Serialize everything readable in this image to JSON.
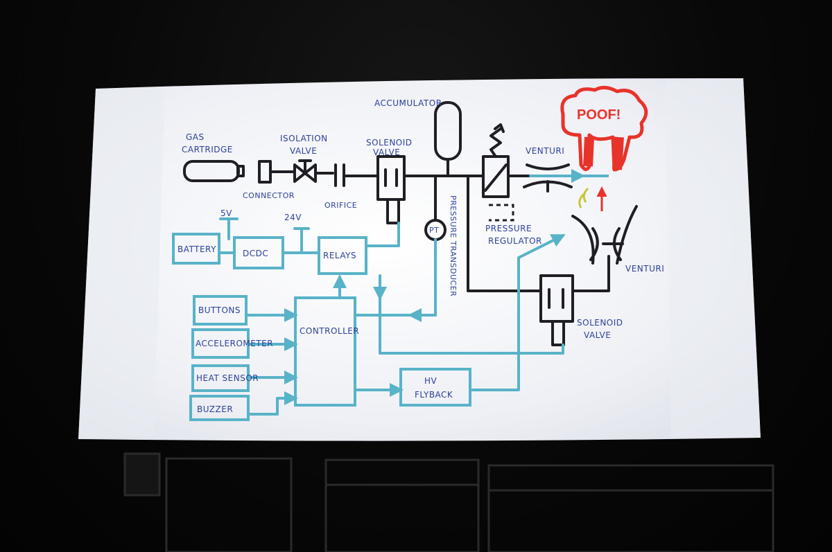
{
  "labels": {
    "gas_cartridge_1": "GAS",
    "gas_cartridge_2": "CARTRIDGE",
    "isolation_valve_1": "ISOLATION",
    "isolation_valve_2": "VALVE",
    "connector": "CONNECTOR",
    "orifice": "ORIFICE",
    "solenoid_valve_top_1": "SOLENOID",
    "solenoid_valve_top_2": "VALVE",
    "accumulator": "ACCUMULATOR",
    "venturi_top": "VENTURI",
    "pressure_transducer": "PRESSURE TRANSDUCER",
    "pt": "PT",
    "pressure_regulator_1": "PRESSURE",
    "pressure_regulator_2": "REGULATOR",
    "venturi_right": "VENTURI",
    "solenoid_valve_bottom_1": "SOLENOID",
    "solenoid_valve_bottom_2": "VALVE",
    "v5": "5V",
    "v24": "24V",
    "poof": "POOF!"
  },
  "boxes": {
    "battery": "BATTERY",
    "dcdc": "DCDC",
    "relays": "RELAYS",
    "buttons": "BUTTONS",
    "accelerometer": "ACCELEROMETER",
    "heat_sensor": "HEAT SENSOR",
    "buzzer": "BUZZER",
    "controller": "CONTROLLER",
    "hv_flyback_1": "HV",
    "hv_flyback_2": "FLYBACK"
  },
  "colors": {
    "ink_black": "#1e1e24",
    "ink_cyan": "#58b3c9",
    "ink_blue": "#2b3f9a",
    "ink_red": "#e8332b",
    "screen": "#f2f3f7"
  }
}
